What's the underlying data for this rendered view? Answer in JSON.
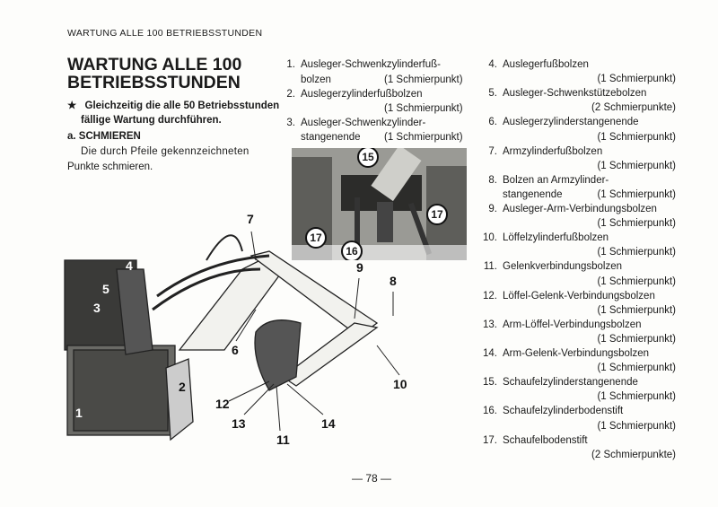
{
  "header": "WARTUNG ALLE 100 BETRIEBSSTUNDEN",
  "title": [
    "WARTUNG ALLE 100",
    "BETRIEBSSTUNDEN"
  ],
  "note": {
    "bullet": "★",
    "lines": [
      "Gleichzeitig die alle 50 Betriebsstunden",
      "fällige Wartung durchführen."
    ]
  },
  "section": {
    "label": "a. SCHMIEREN",
    "text": [
      "Die durch Pfeile gekennzeichneten",
      "Punkte schmieren."
    ]
  },
  "items": [
    {
      "n": "1.",
      "name": "Ausleger-Schwenkzylinderfuß-",
      "name2": "bolzen",
      "points": "(1 Schmierpunkt)"
    },
    {
      "n": "2.",
      "name": "Auslegerzylinderfußbolzen",
      "points": "(1 Schmierpunkt)"
    },
    {
      "n": "3.",
      "name": "Ausleger-Schwenkzylinder-",
      "name2": "stangenende",
      "points": "(1 Schmierpunkt)"
    },
    {
      "n": "4.",
      "name": "Auslegerfußbolzen",
      "points": "(1 Schmierpunkt)"
    },
    {
      "n": "5.",
      "name": "Ausleger-Schwenkstützebolzen",
      "points": "(2 Schmierpunkte)"
    },
    {
      "n": "6.",
      "name": "Auslegerzylinderstangenende",
      "points": "(1 Schmierpunkt)"
    },
    {
      "n": "7.",
      "name": "Armzylinderfußbolzen",
      "points": "(1 Schmierpunkt)"
    },
    {
      "n": "8.",
      "name": "Bolzen an Armzylinder-",
      "name2": "stangenende",
      "points": "(1 Schmierpunkt)"
    },
    {
      "n": "9.",
      "name": "Ausleger-Arm-Verbindungsbolzen",
      "points": "(1 Schmierpunkt)"
    },
    {
      "n": "10.",
      "name": "Löffelzylinderfußbolzen",
      "points": "(1 Schmierpunkt)"
    },
    {
      "n": "11.",
      "name": "Gelenkverbindungsbolzen",
      "points": "(1 Schmierpunkt)"
    },
    {
      "n": "12.",
      "name": "Löffel-Gelenk-Verbindungsbolzen",
      "points": "(1 Schmierpunkt)"
    },
    {
      "n": "13.",
      "name": "Arm-Löffel-Verbindungsbolzen",
      "points": "(1 Schmierpunkt)"
    },
    {
      "n": "14.",
      "name": "Arm-Gelenk-Verbindungsbolzen",
      "points": "(1 Schmierpunkt)"
    },
    {
      "n": "15.",
      "name": "Schaufelzylinderstangenende",
      "points": "(1 Schmierpunkt)"
    },
    {
      "n": "16.",
      "name": "Schaufelzylinderbodenstift",
      "points": "(1 Schmierpunkt)"
    },
    {
      "n": "17.",
      "name": "Schaufelbodenstift",
      "points": "(2 Schmierpunkte)"
    }
  ],
  "photo_callouts": [
    "15",
    "16",
    "17",
    "17"
  ],
  "drawing_callouts": [
    "1",
    "2",
    "3",
    "4",
    "5",
    "6",
    "7",
    "8",
    "9",
    "10",
    "11",
    "12",
    "13",
    "14"
  ],
  "page_number": "— 78 —"
}
